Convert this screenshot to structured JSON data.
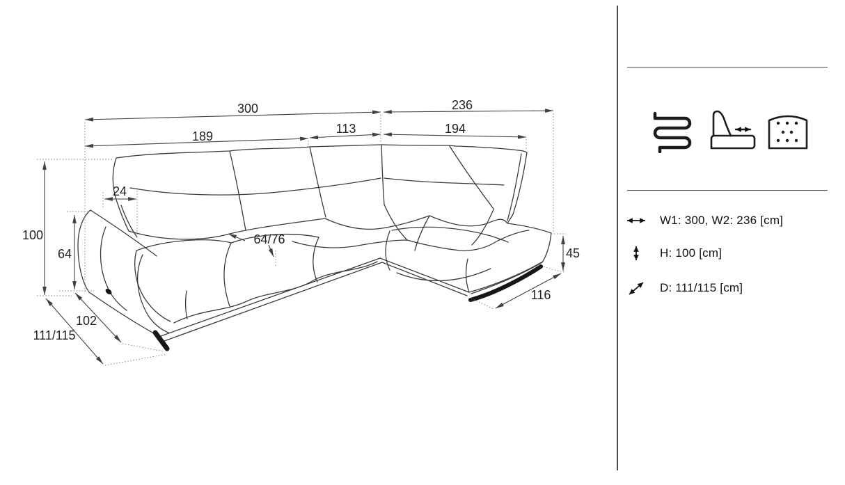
{
  "drawing": {
    "dims": {
      "overall_width": "300",
      "back_width": "189",
      "corner_back_width": "113",
      "right_back_width": "194",
      "overall_depth_top": "236",
      "total_height": "100",
      "arm_height": "64",
      "headrest_depth": "24",
      "seat_depth": "64/76",
      "seat_height": "45",
      "chaise_front_width": "116",
      "arm_depth": "102",
      "sofa_depth": "111/115"
    }
  },
  "panel": {
    "features": [
      {
        "icon": "spring-icon"
      },
      {
        "icon": "sofa-bed-icon"
      },
      {
        "icon": "mattress-icon"
      }
    ],
    "specs": [
      {
        "icon": "width-arrow-icon",
        "label": "W1: 300, W2: 236 [cm]"
      },
      {
        "icon": "height-arrow-icon",
        "label": "H: 100 [cm]"
      },
      {
        "icon": "depth-arrow-icon",
        "label": "D: 111/115 [cm]"
      }
    ]
  }
}
